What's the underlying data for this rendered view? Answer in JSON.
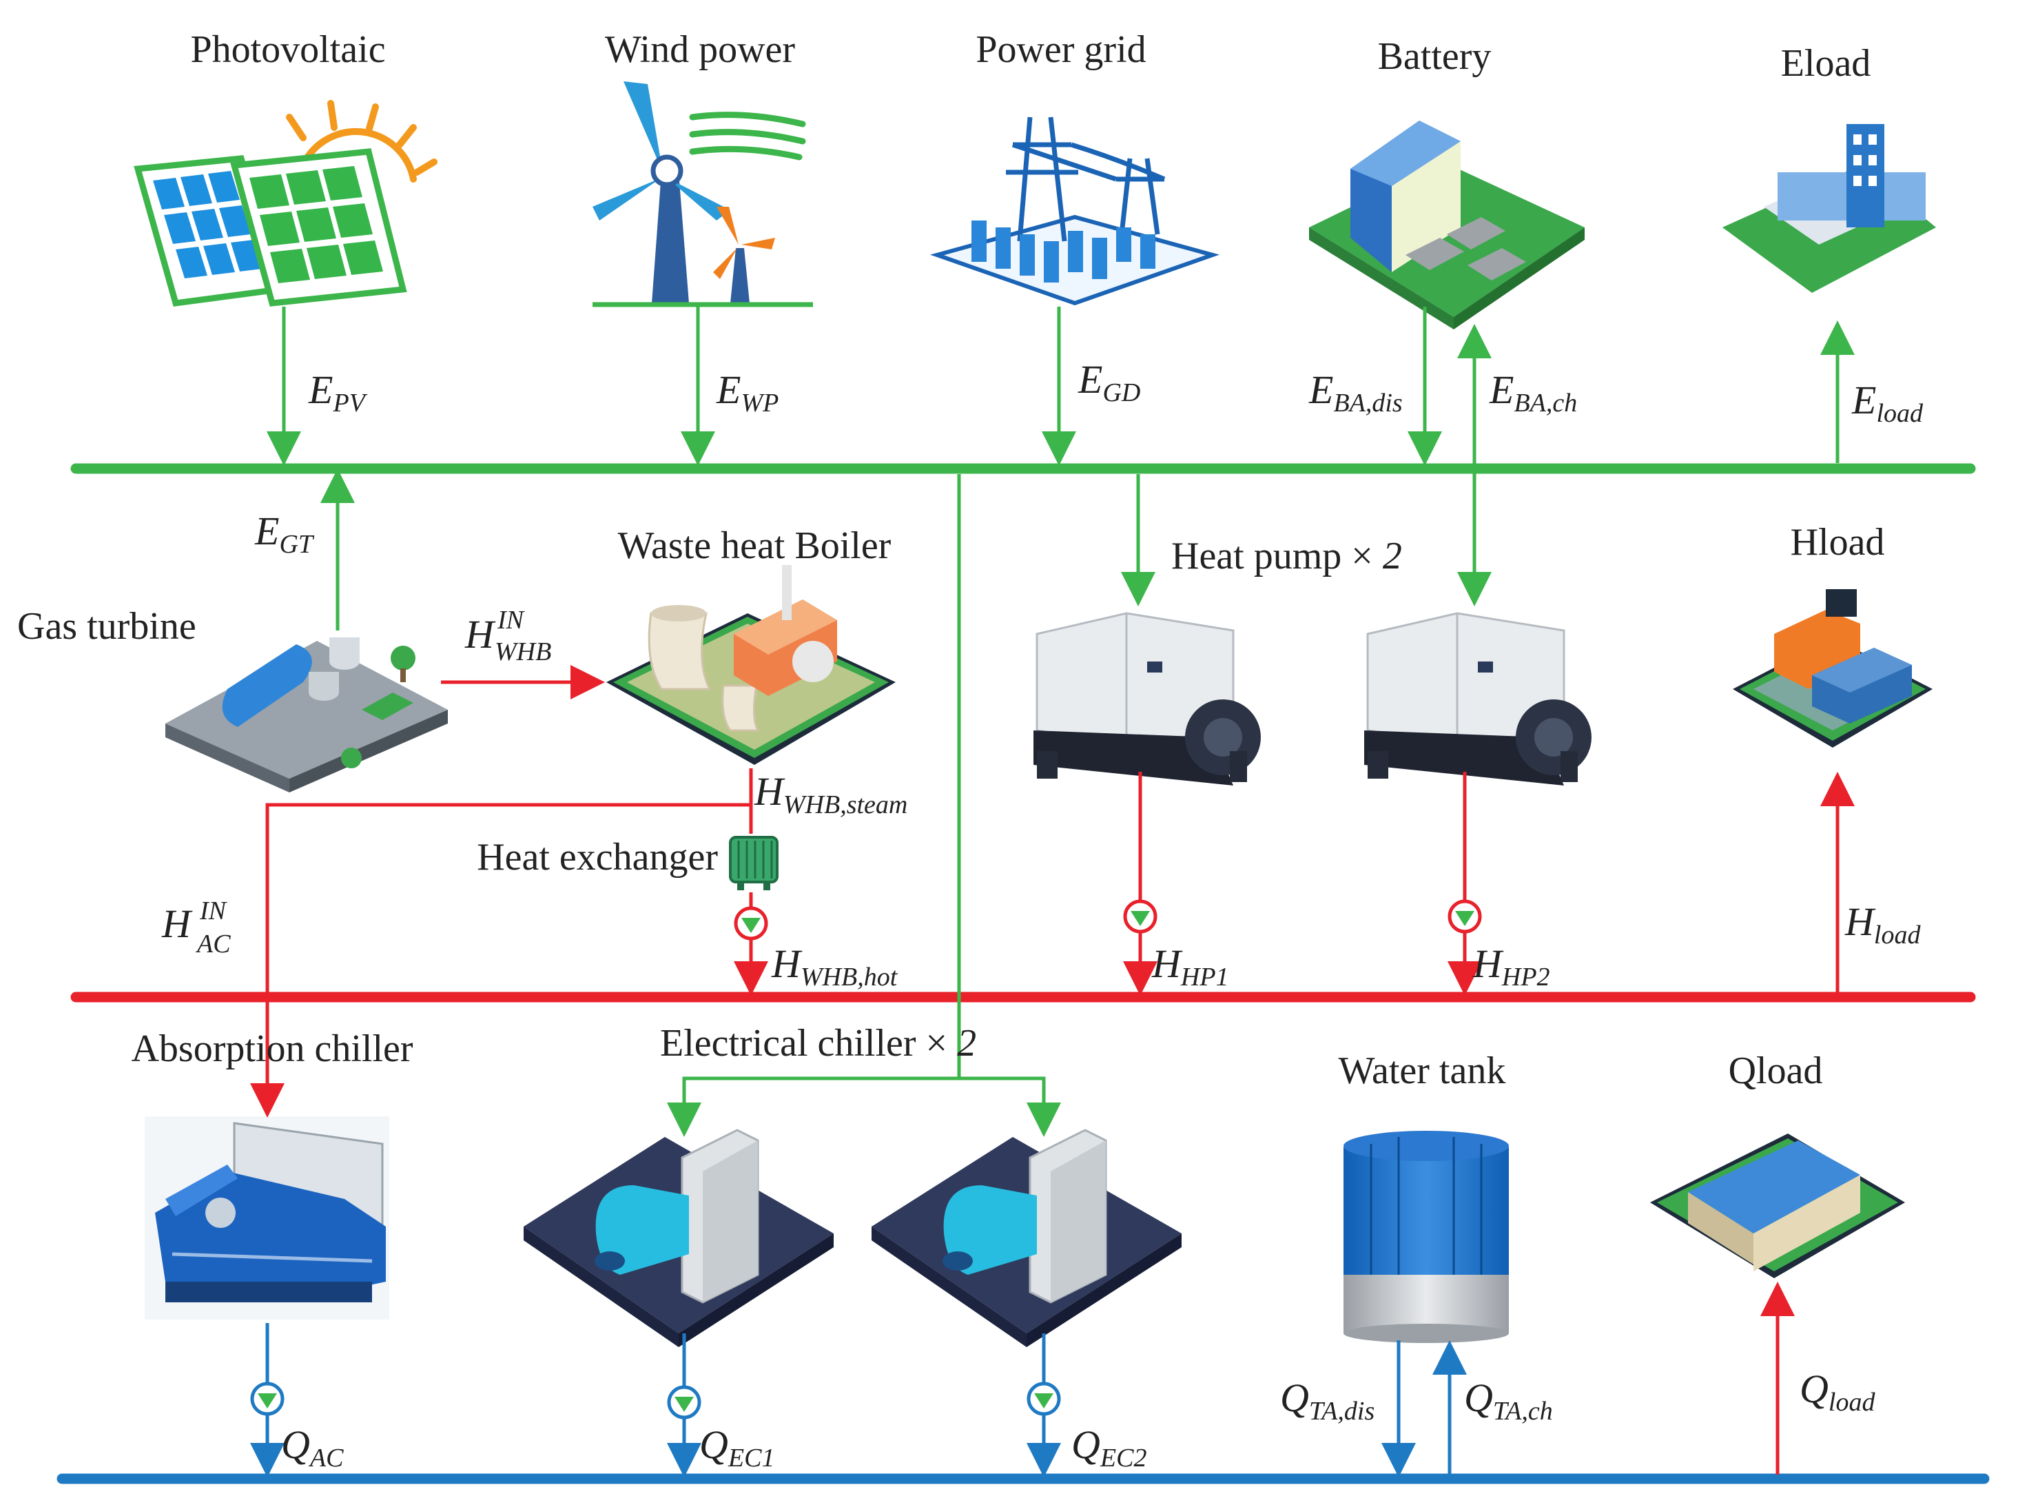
{
  "colors": {
    "electric": "#3cb54a",
    "heat": "#e8212b",
    "cold": "#1f7ac4",
    "text": "#222222"
  },
  "components": {
    "photovoltaic": {
      "label": "Photovoltaic"
    },
    "wind_power": {
      "label": "Wind power"
    },
    "power_grid": {
      "label": "Power grid"
    },
    "battery": {
      "label": "Battery"
    },
    "eload": {
      "label": "Eload"
    },
    "gas_turbine": {
      "label": "Gas turbine"
    },
    "waste_heat_boiler": {
      "label": "Waste heat Boiler"
    },
    "heat_pump": {
      "label": "Heat pump × ",
      "count": "2"
    },
    "hload": {
      "label": "Hload"
    },
    "heat_exchanger": {
      "label": "Heat exchanger"
    },
    "absorption_chiller": {
      "label": "Absorption chiller"
    },
    "electrical_chiller": {
      "label": "Electrical chiller × ",
      "count": "2"
    },
    "water_tank": {
      "label": "Water tank"
    },
    "qload": {
      "label": "Qload"
    }
  },
  "flows": {
    "e_pv": {
      "main": "E",
      "sub": "PV"
    },
    "e_wp": {
      "main": "E",
      "sub": "WP"
    },
    "e_gd": {
      "main": "E",
      "sub": "GD"
    },
    "e_ba_dis": {
      "main": "E",
      "sub": "BA,dis"
    },
    "e_ba_ch": {
      "main": "E",
      "sub": "BA,ch"
    },
    "e_load": {
      "main": "E",
      "sub": "load"
    },
    "e_gt": {
      "main": "E",
      "sub": "GT"
    },
    "h_whb_in": {
      "main": "H",
      "sup": "IN",
      "sub": "WHB"
    },
    "h_whb_steam": {
      "main": "H",
      "sub": "WHB,steam"
    },
    "h_ac_in": {
      "main": "H",
      "sup": "IN",
      "sub": "AC"
    },
    "h_whb_hot": {
      "main": "H",
      "sub": "WHB,hot"
    },
    "h_hp1": {
      "main": "H",
      "sub": "HP1"
    },
    "h_hp2": {
      "main": "H",
      "sub": "HP2"
    },
    "h_load": {
      "main": "H",
      "sub": "load"
    },
    "q_ac": {
      "main": "Q",
      "sub": "AC"
    },
    "q_ec1": {
      "main": "Q",
      "sub": "EC1"
    },
    "q_ec2": {
      "main": "Q",
      "sub": "EC2"
    },
    "q_ta_dis": {
      "main": "Q",
      "sub": "TA,dis"
    },
    "q_ta_ch": {
      "main": "Q",
      "sub": "TA,ch"
    },
    "q_load": {
      "main": "Q",
      "sub": "load"
    }
  }
}
